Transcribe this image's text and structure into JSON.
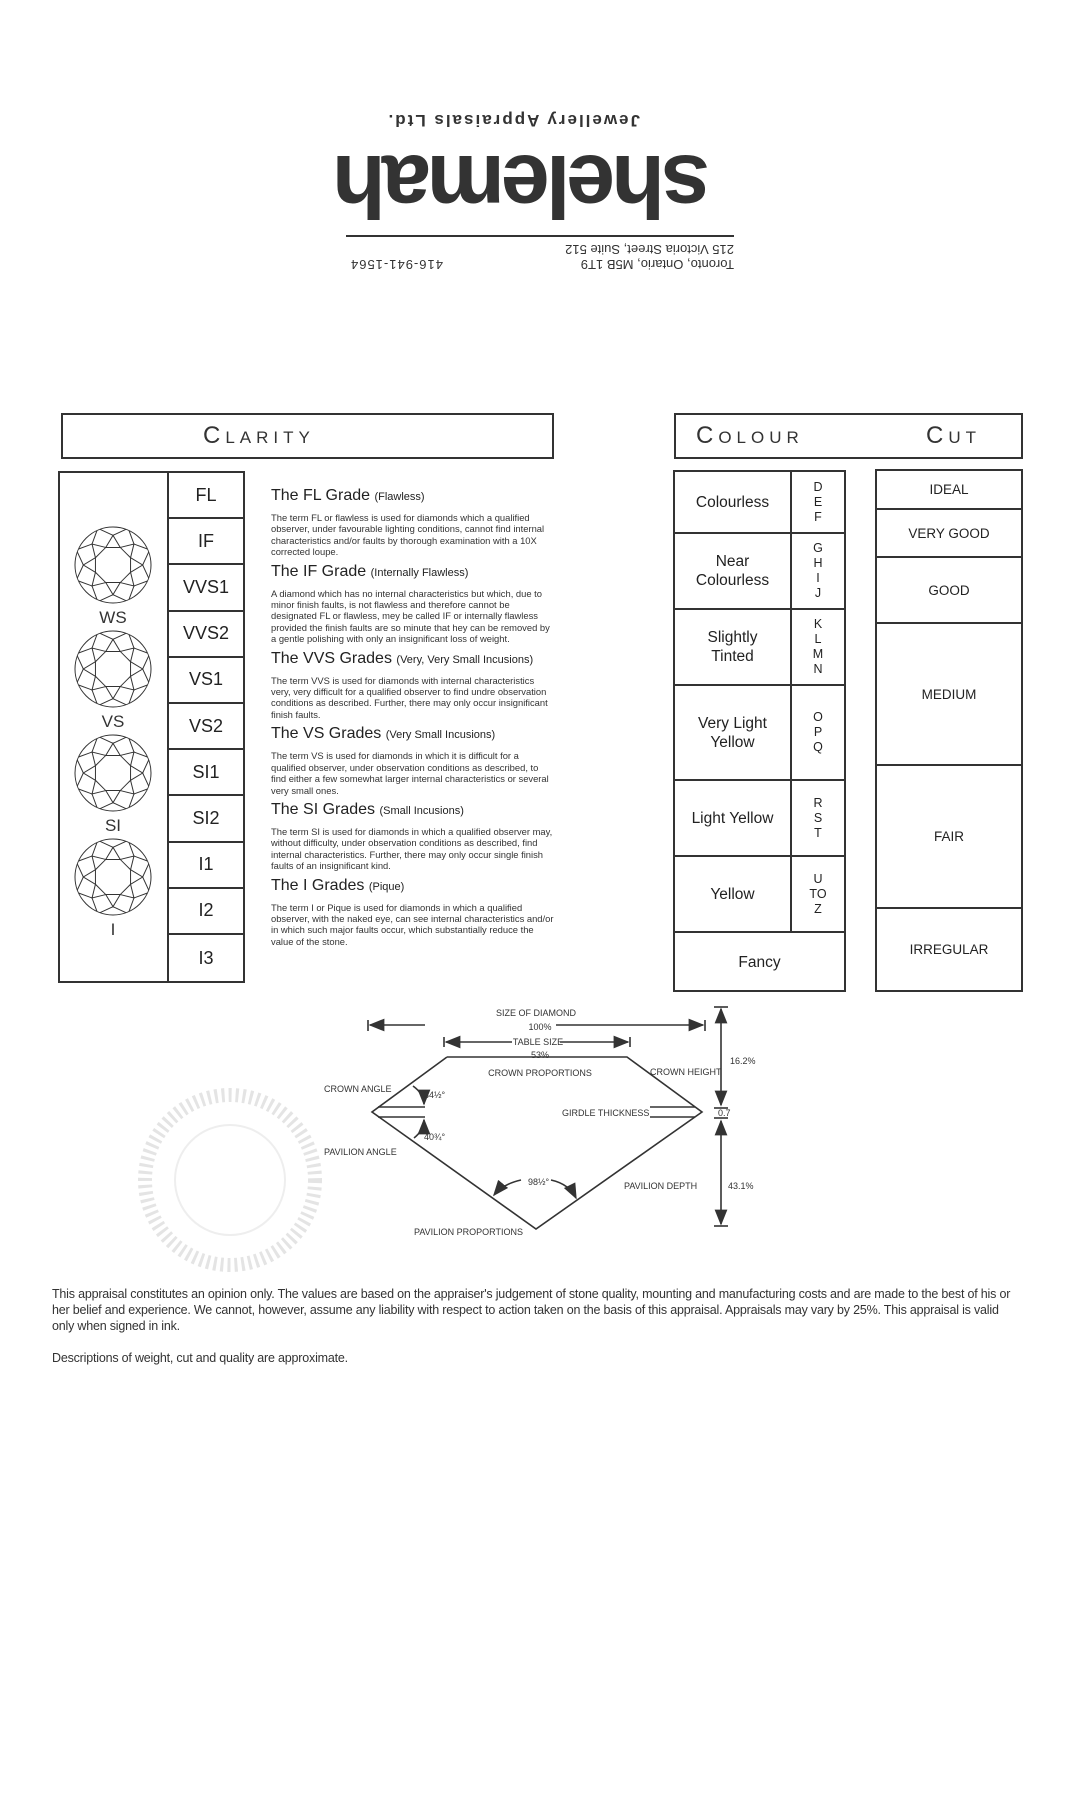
{
  "header": {
    "address_line1": "215 Victoria Street, Suite 512",
    "address_line2": "Toronto, Ontario, M5B 1T9",
    "phone": "416-941-1564",
    "logo": "shelemah",
    "logo_sub": "Jewellery Appraisals Ltd."
  },
  "clarity": {
    "title": "Clarity",
    "grades": [
      "FL",
      "IF",
      "VVS1",
      "VVS2",
      "VS1",
      "VS2",
      "SI1",
      "SI2",
      "I1",
      "I2",
      "I3"
    ],
    "diamond_labels": [
      "WS",
      "VS",
      "SI",
      "I"
    ],
    "descriptions": [
      {
        "title": "The FL Grade",
        "sub": "(Flawless)",
        "body": "The term FL or flawless is used for diamonds which a qualified observer, under favourable lighting conditions, cannot find internal characteristics and/or faults by thorough examination with a 10X corrected loupe."
      },
      {
        "title": "The IF Grade",
        "sub": "(Internally Flawless)",
        "body": "A diamond which has no internal characteristics but which, due to minor finish faults, is not flawless and therefore cannot be designated FL or flawless, mey be called IF or internally flawless provided the finish faults are so minute that hey can be removed by a gentle polishing with only an insignificant loss of weight."
      },
      {
        "title": "The VVS Grades",
        "sub": "(Very, Very Small Incusions)",
        "body": "The term VVS is used for diamonds with internal characteristics very, very difficult for a qualified observer to find undre observation conditions as described.  Further, there may only occur insignificant finish faults."
      },
      {
        "title": "The VS Grades",
        "sub": "(Very Small Incusions)",
        "body": "The term VS is used for diamonds in which it is difficult for a qualified observer, under observation conditions as described, to find either a few somewhat larger internal characteristics or several very small ones."
      },
      {
        "title": "The SI Grades",
        "sub": "(Small Incusions)",
        "body": "The term SI is used for diamonds in which a qualified observer may, without difficulty, under observation conditions as described, find internal characteristics. Further, there may only occur single finish faults of an insignificant kind."
      },
      {
        "title": "The I Grades",
        "sub": "(Pique)",
        "body": "The term I or Pique is used for diamonds in which a qualified observer, with the naked eye, can see internal characteristics and/or in which such major faults occur, which substantially reduce the value of the stone."
      }
    ]
  },
  "colour": {
    "title": "Colour",
    "rows": [
      {
        "label": "Colourless",
        "letters": [
          "D",
          "E",
          "F"
        ]
      },
      {
        "label": "Near Colourless",
        "letters": [
          "G",
          "H",
          "I",
          "J"
        ]
      },
      {
        "label": "Slightly Tinted",
        "letters": [
          "K",
          "L",
          "M",
          "N"
        ]
      },
      {
        "label": "Very Light Yellow",
        "letters": [
          "O",
          "P",
          "Q"
        ]
      },
      {
        "label": "Light Yellow",
        "letters": [
          "R",
          "S",
          "T"
        ]
      },
      {
        "label": "Yellow",
        "letters": [
          "U",
          "TO",
          "Z"
        ]
      }
    ],
    "fancy": "Fancy"
  },
  "cut": {
    "title": "Cut",
    "rows": [
      "IDEAL",
      "VERY GOOD",
      "GOOD",
      "MEDIUM",
      "FAIR",
      "IRREGULAR"
    ]
  },
  "diagram": {
    "size_label": "SIZE OF DIAMOND",
    "size_value": "100%",
    "table_label": "TABLE SIZE",
    "table_value": "53%",
    "crown_proportions": "CROWN PROPORTIONS",
    "crown_height": "CROWN HEIGHT",
    "crown_height_value": "16.2%",
    "crown_angle": "CROWN ANGLE",
    "crown_angle_value": "34½°",
    "girdle": "GIRDLE THICKNESS",
    "girdle_value": "0.7",
    "pavilion_angle": "PAVILION ANGLE",
    "pavilion_angle_value": "40¾°",
    "pavilion_depth": "PAVILION DEPTH",
    "pavilion_depth_value": "43.1%",
    "culet_angle": "98½°",
    "pavilion_proportions": "PAVILION PROPORTIONS"
  },
  "footer": {
    "disclaimer": "This appraisal constitutes an opinion only.  The values are based on the appraiser's judgement of stone quality, mounting and manufacturing costs and are made to the best of his or her belief and experience.  We cannot, however, assume any liability with respect to action taken on the basis of this appraisal.  Appraisals may vary by 25%.  This appraisal is valid only when signed in ink.",
    "note": "Descriptions of weight, cut and quality are approximate."
  }
}
